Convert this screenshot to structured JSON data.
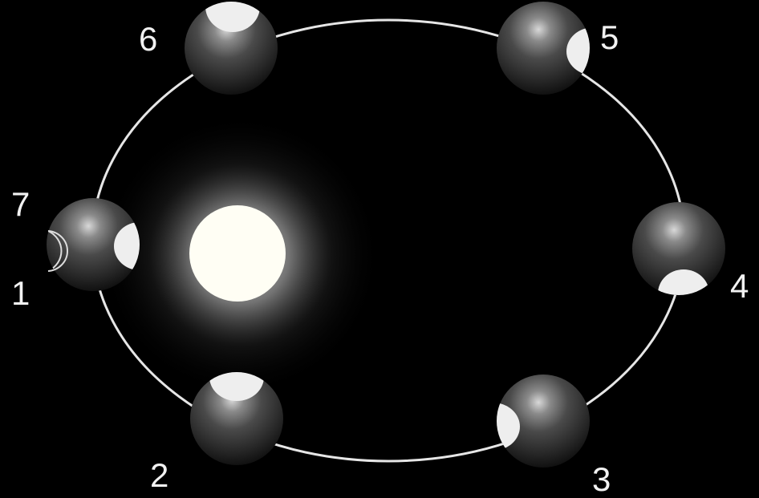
{
  "diagram": {
    "labels": [
      "1",
      "2",
      "3",
      "4",
      "5",
      "6",
      "7"
    ],
    "colors": {
      "background": "#000000",
      "orbit": "#e6e6e6",
      "sun": "#fffef4",
      "planet": "#3c3c3c",
      "lit_patch": "#eeeeee",
      "label": "#f2f2f2"
    }
  }
}
